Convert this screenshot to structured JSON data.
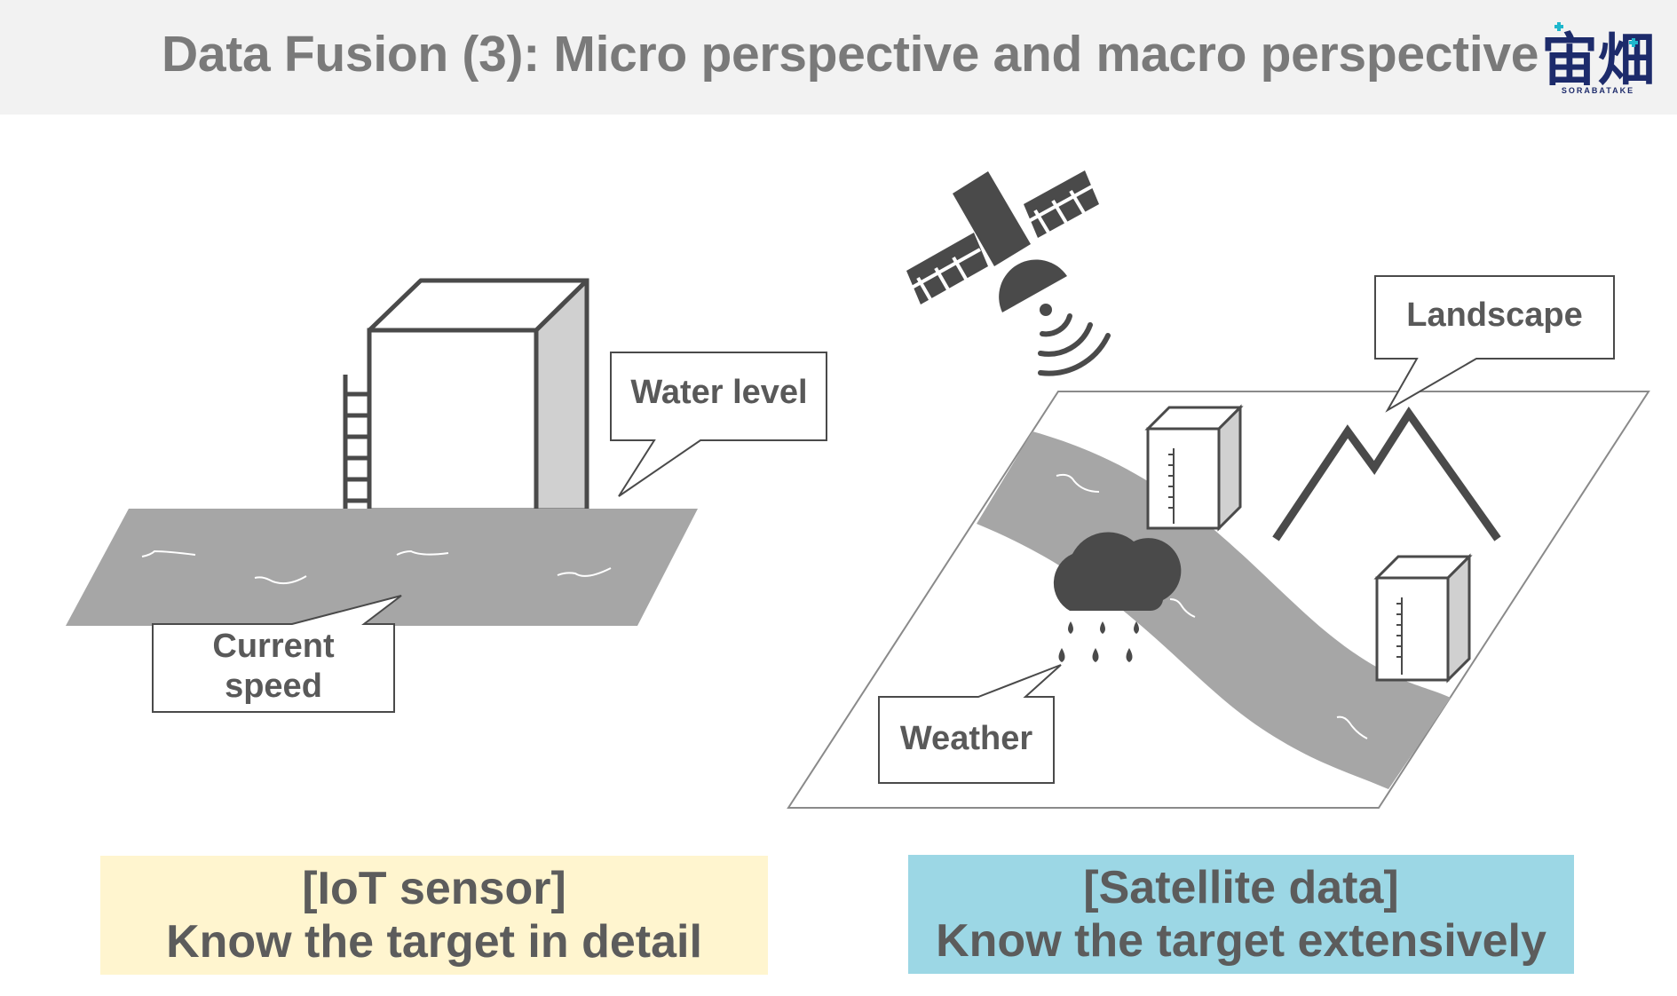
{
  "slide": {
    "title": "Data Fusion (3): Micro perspective and macro perspective",
    "logo": {
      "mark": "宙畑",
      "text": "SORABATAKE"
    }
  },
  "iot": {
    "callouts": {
      "water_level": "Water level",
      "current_speed_line1": "Current",
      "current_speed_line2": "speed"
    },
    "caption": {
      "line1": "[IoT sensor]",
      "line2": "Know the target in detail",
      "bg_color": "#fff5cf"
    }
  },
  "satellite": {
    "callouts": {
      "landscape": "Landscape",
      "weather": "Weather"
    },
    "caption": {
      "line1": "[Satellite data]",
      "line2": "Know the target extensively",
      "bg_color": "#9cd7e5"
    }
  },
  "colors": {
    "header_bg": "#f2f2f2",
    "title": "#7a7a7a",
    "dark_gray": "#4a4a4a",
    "river_gray": "#a6a6a6",
    "logo_navy": "#1d2b6b",
    "logo_cyan": "#1fb7cc"
  },
  "icons": [
    "satellite-icon",
    "signal-waves-icon",
    "rain-cloud-icon",
    "mountain-icon",
    "sensor-tower-icon",
    "water-level-gauge-icon"
  ]
}
